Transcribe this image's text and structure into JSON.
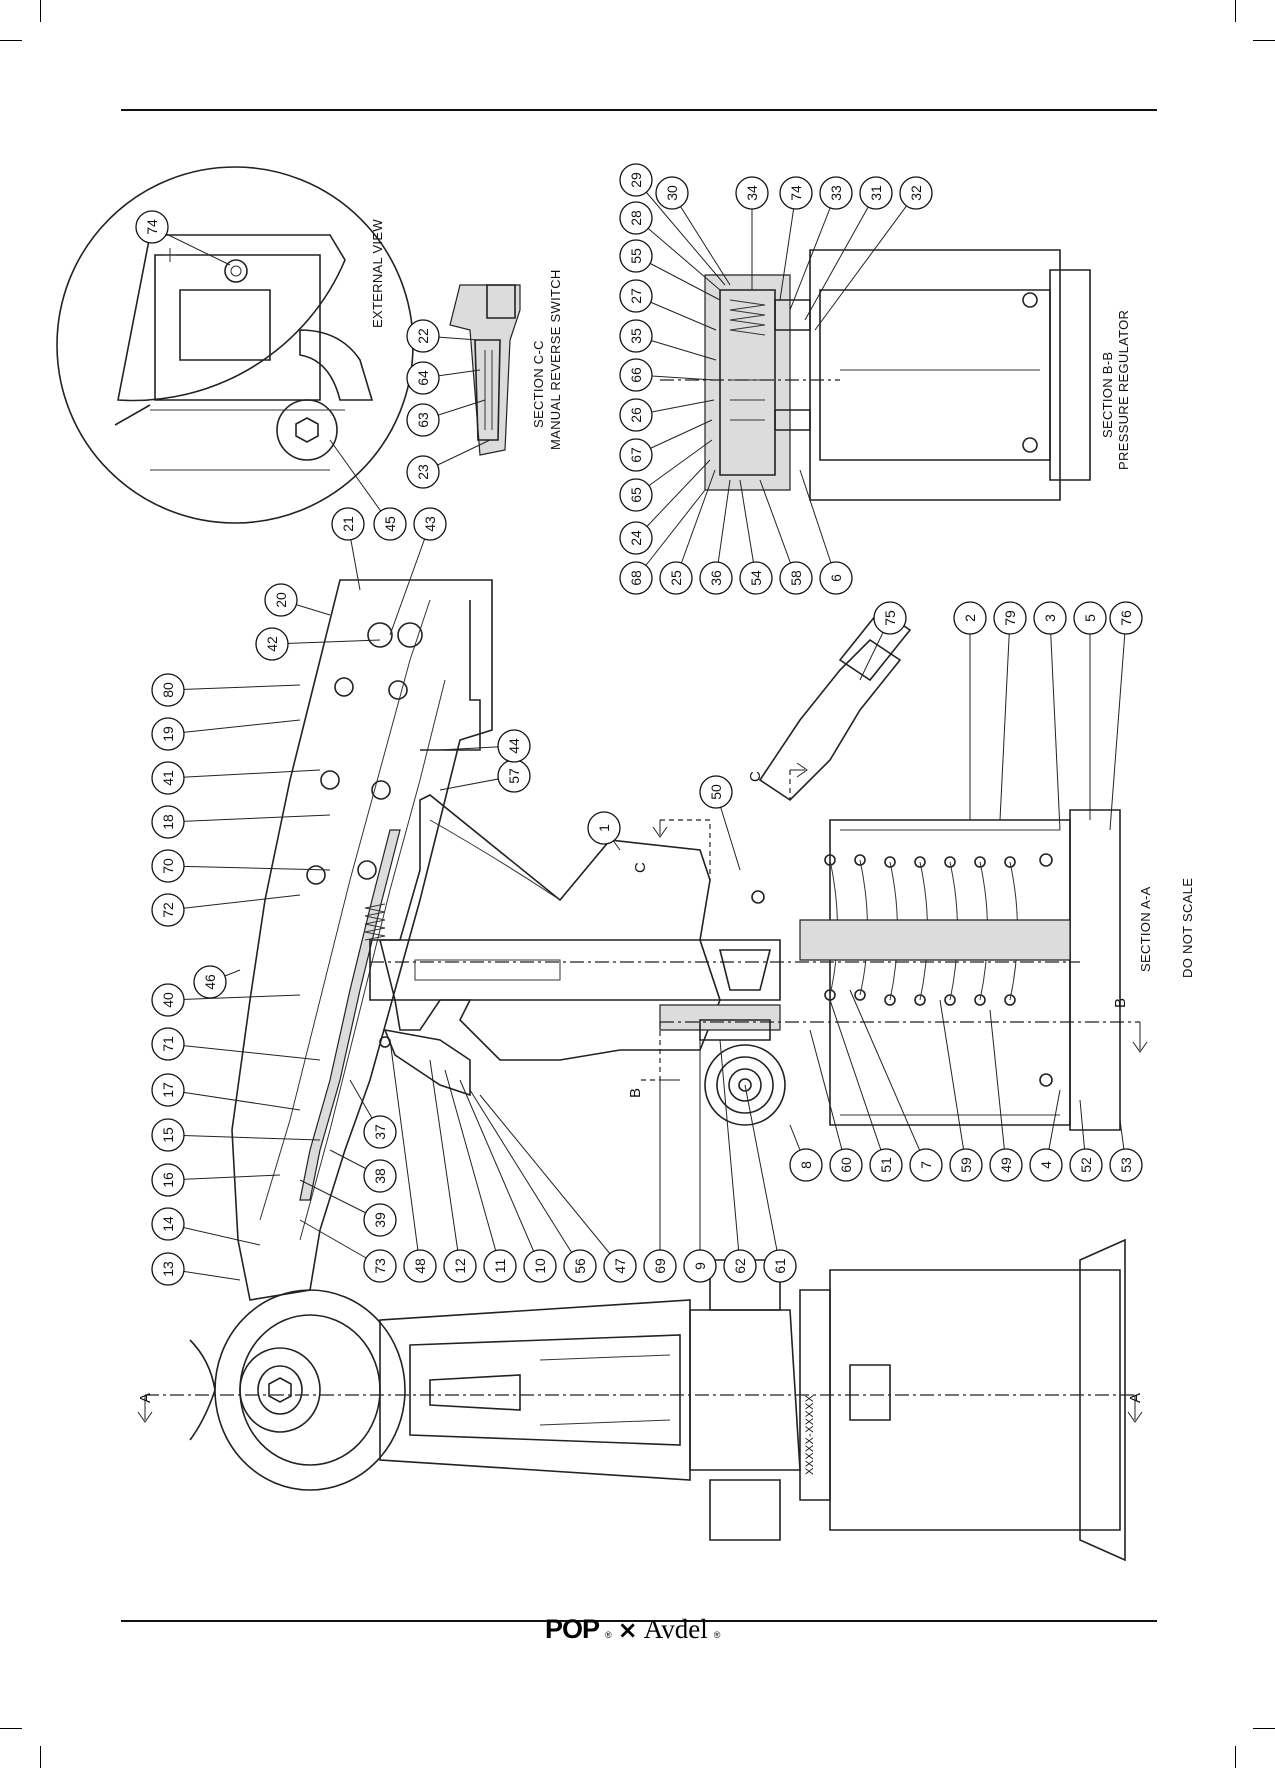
{
  "callouts": [
    "74",
    "45",
    "43",
    "21",
    "20",
    "42",
    "80",
    "19",
    "41",
    "18",
    "70",
    "72",
    "46",
    "40",
    "71",
    "17",
    "15",
    "16",
    "14",
    "13",
    "37",
    "38",
    "39",
    "73",
    "48",
    "12",
    "11",
    "10",
    "56",
    "47",
    "69",
    "9",
    "62",
    "61",
    "8",
    "60",
    "51",
    "7",
    "59",
    "49",
    "4",
    "52",
    "53",
    "76",
    "5",
    "3",
    "79",
    "2",
    "75",
    "1",
    "50",
    "57",
    "44",
    "68",
    "24",
    "65",
    "67",
    "26",
    "66",
    "35",
    "27",
    "55",
    "28",
    "29",
    "30",
    "34",
    "74",
    "33",
    "31",
    "32",
    "25",
    "36",
    "54",
    "58",
    "6",
    "23",
    "63",
    "64",
    "22"
  ],
  "views": {
    "external_view": "EXTERNAL VIEW",
    "section_cc_title": "SECTION C-C",
    "section_cc_subtitle": "MANUAL REVERSE SWITCH",
    "section_bb_title": "SECTION B-B",
    "section_bb_subtitle": "PRESSURE REGULATOR",
    "section_aa": "SECTION A-A",
    "do_not_scale": "DO NOT SCALE"
  },
  "section_marks": {
    "a_top": "A",
    "a_bottom": "A",
    "b_left": "B",
    "b_right": "B",
    "c_left": "C",
    "c_right": "C"
  },
  "serial": "XXXXX-XXXXX",
  "logo": {
    "pop": "POP",
    "reg1": "®",
    "mark": "⨯",
    "avdel": "Avdel",
    "reg2": "®"
  }
}
